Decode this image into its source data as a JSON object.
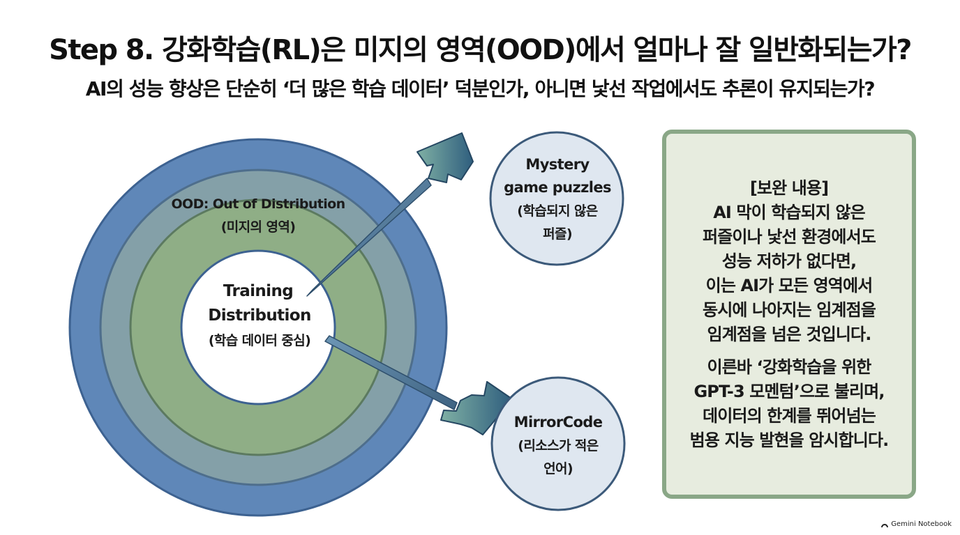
{
  "title": "Step 8. 강화학습(RL)은 미지의 영역(OOD)에서 얼마나 잘 일반화되는가?",
  "subtitle": "AI의 성능 향상은 단순히 ‘더 많은 학습 데이터’ 덕분인가, 아니면 낯선 작업에서도 추론이 유지되는가?",
  "target": {
    "ood_label": "OOD: Out of Distribution",
    "ood_sublabel": "(미지의 영역)",
    "center_line1": "Training",
    "center_line2": "Distribution",
    "center_line3": "(학습 데이터 중심)"
  },
  "tasks": [
    {
      "lines": [
        "Mystery",
        "game puzzles",
        "(학습되지 않은",
        "퍼즐)"
      ]
    },
    {
      "lines": [
        "MirrorCode",
        "(리소스가 적은",
        "언어)"
      ]
    }
  ],
  "note": {
    "paragraphs": [
      [
        "[보완 내용]",
        "AI 막이 학습되지 않은",
        "퍼즐이나 낯선 환경에서도",
        "성능 저하가 없다면,",
        "이는 AI가 모든 영역에서",
        "동시에 나아지는 임계점을",
        "임계점을 넘은 것입니다."
      ],
      [
        "이른바 ‘강화학습을 위한",
        "GPT-3 모멘텀’으로 불리며,",
        "데이터의 한계를 뛰어넘는",
        "범용 지능 발현을 암시합니다."
      ]
    ]
  },
  "watermark": "Gemini Notebook",
  "colors": {
    "outer_ring": "#5f87b8",
    "middle_ring": "#84a0a8",
    "inner_ring": "#8fae86",
    "bullseye": "#ffffff",
    "task_bubble": "#dfe7f0",
    "arrow": "#4f7496",
    "note_bg": "#e7ecdf",
    "note_border": "#8aa787"
  }
}
